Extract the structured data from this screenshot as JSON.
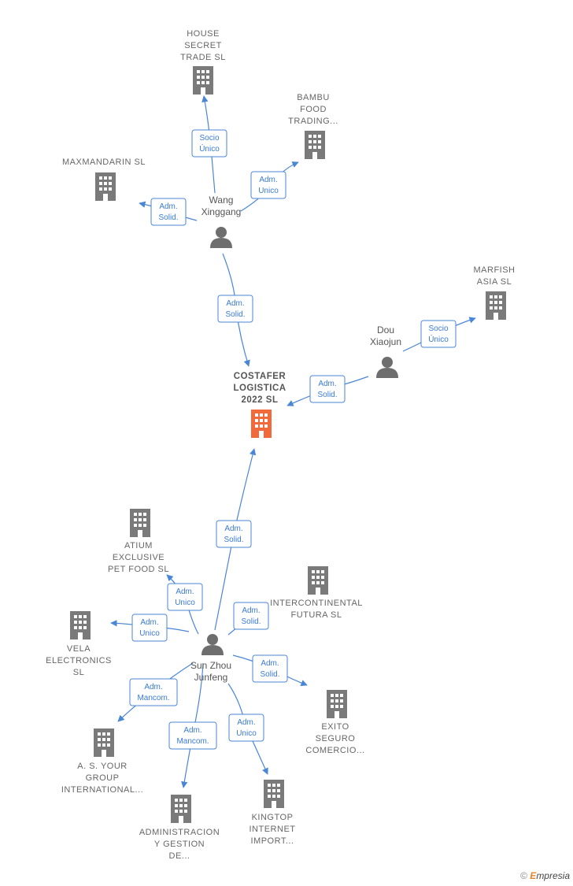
{
  "colors": {
    "edge": "#4a86d6",
    "building": "#7a7a7a",
    "main_building": "#f06a3c",
    "person": "#6e6e6e"
  },
  "nodes": [
    {
      "id": "house",
      "type": "company",
      "lines": [
        "HOUSE",
        "SECRET",
        "TRADE  SL"
      ]
    },
    {
      "id": "bambu",
      "type": "company",
      "lines": [
        "BAMBU",
        "FOOD",
        "TRADING..."
      ]
    },
    {
      "id": "maxmandarin",
      "type": "company",
      "lines": [
        "MAXMANDARIN SL"
      ]
    },
    {
      "id": "wang",
      "type": "person",
      "lines": [
        "Wang",
        "Xinggang"
      ]
    },
    {
      "id": "marfish",
      "type": "company",
      "lines": [
        "MARFISH",
        "ASIA  SL"
      ]
    },
    {
      "id": "dou",
      "type": "person",
      "lines": [
        "Dou",
        "Xiaojun"
      ]
    },
    {
      "id": "costafer",
      "type": "main",
      "lines": [
        "COSTAFER",
        "LOGISTICA",
        "2022  SL"
      ]
    },
    {
      "id": "atium",
      "type": "company",
      "lines": [
        "ATIUM",
        "EXCLUSIVE",
        "PET FOOD  SL"
      ]
    },
    {
      "id": "intercontinental",
      "type": "company",
      "lines": [
        "INTERCONTINENTAL",
        "FUTURA  SL"
      ]
    },
    {
      "id": "vela",
      "type": "company",
      "lines": [
        "VELA",
        "ELECTRONICS",
        "SL"
      ]
    },
    {
      "id": "sun",
      "type": "person",
      "lines": [
        "Sun Zhou",
        "Junfeng"
      ]
    },
    {
      "id": "exito",
      "type": "company",
      "lines": [
        "EXITO",
        "SEGURO",
        "COMERCIO..."
      ]
    },
    {
      "id": "asyour",
      "type": "company",
      "lines": [
        "A.  S. YOUR",
        "GROUP",
        "INTERNATIONAL..."
      ]
    },
    {
      "id": "kingtop",
      "type": "company",
      "lines": [
        "KINGTOP",
        "INTERNET",
        "IMPORT..."
      ]
    },
    {
      "id": "administracion",
      "type": "company",
      "lines": [
        "ADMINISTRACION",
        "Y GESTION",
        "DE..."
      ]
    }
  ],
  "edges": [
    {
      "id": "wang-house",
      "lines": [
        "Socio",
        "Único"
      ]
    },
    {
      "id": "wang-bambu",
      "lines": [
        "Adm.",
        "Unico"
      ]
    },
    {
      "id": "wang-maxmandarin",
      "lines": [
        "Adm.",
        "Solid."
      ]
    },
    {
      "id": "wang-costafer",
      "lines": [
        "Adm.",
        "Solid."
      ]
    },
    {
      "id": "dou-marfish",
      "lines": [
        "Socio",
        "Único"
      ]
    },
    {
      "id": "dou-costafer",
      "lines": [
        "Adm.",
        "Solid."
      ]
    },
    {
      "id": "sun-costafer",
      "lines": [
        "Adm.",
        "Solid."
      ]
    },
    {
      "id": "sun-atium",
      "lines": [
        "Adm.",
        "Unico"
      ]
    },
    {
      "id": "sun-intercontinental",
      "lines": [
        "Adm.",
        "Solid."
      ]
    },
    {
      "id": "sun-vela",
      "lines": [
        "Adm.",
        "Unico"
      ]
    },
    {
      "id": "sun-exito",
      "lines": [
        "Adm.",
        "Solid."
      ]
    },
    {
      "id": "sun-asyour",
      "lines": [
        "Adm.",
        "Mancom."
      ]
    },
    {
      "id": "sun-administracion",
      "lines": [
        "Adm.",
        "Mancom."
      ]
    },
    {
      "id": "sun-kingtop",
      "lines": [
        "Adm.",
        "Unico"
      ]
    }
  ],
  "watermark": {
    "copyright": "©",
    "brand_first": "E",
    "brand_rest": "mpresia"
  }
}
